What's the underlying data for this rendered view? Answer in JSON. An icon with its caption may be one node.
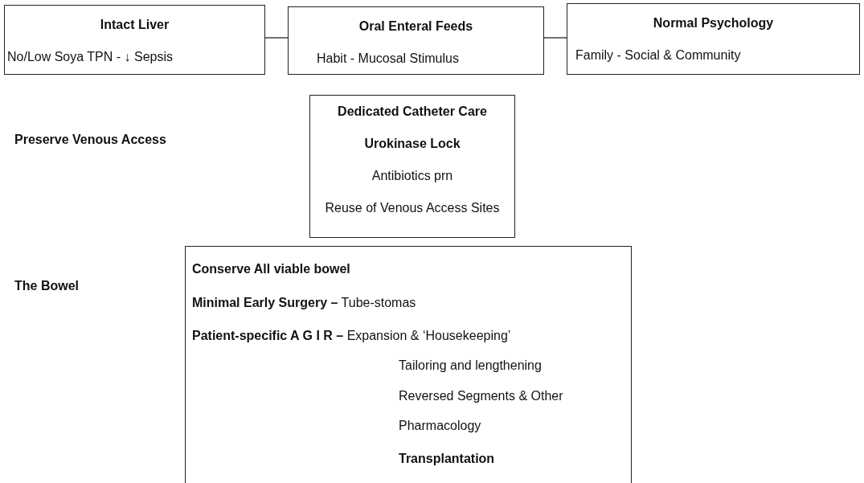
{
  "diagram": {
    "nodes": [
      {
        "text": [
          "Intact Liver",
          "No/Low Soya TPN - ↓ Sepsis"
        ]
      },
      {
        "text": [
          "Oral Enteral Feeds",
          "Habit - Mucosal Stimulus"
        ]
      },
      {
        "text": [
          "Normal Psychology",
          "Family - Social & Community"
        ]
      },
      {
        "text": [
          "Dedicated Catheter Care",
          "Urokinase Lock",
          "Antibiotics prn",
          "Reuse of Venous Access Sites"
        ]
      },
      {
        "text": [
          "Conserve All viable bowel",
          "**Minimal Early Surgery –** Tube-stomas",
          "**Patient-specific A G I R –** Expansion & ‘Housekeeping’",
          "Tailoring and lengthening",
          "Reversed Segments & Other",
          "Pharmacology",
          "Transplantation"
        ]
      }
    ],
    "edges": [
      {
        "from": 0,
        "to": 1,
        "arrow": "none"
      },
      {
        "from": 1,
        "to": 2,
        "arrow": "none"
      }
    ],
    "labels": [
      "Preserve Venous Access",
      "The Bowel"
    ]
  }
}
